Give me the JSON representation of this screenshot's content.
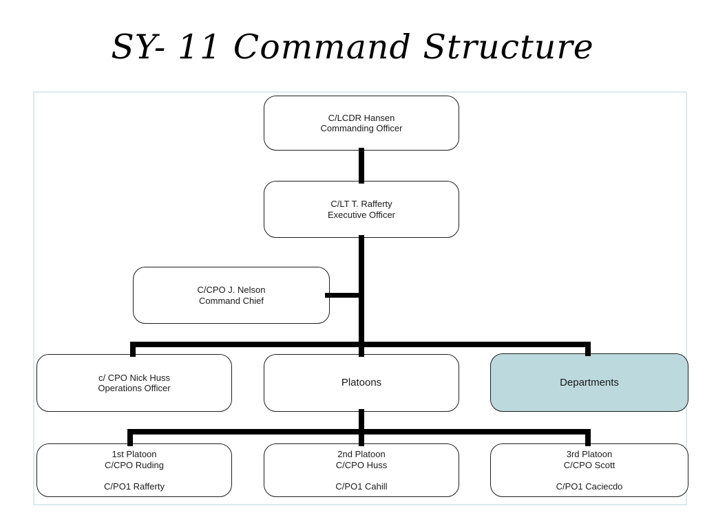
{
  "slide": {
    "title": "SY- 11 Command Structure"
  },
  "org_chart": {
    "nodes": [
      {
        "id": "commanding-officer",
        "lines": [
          "C/LCDR Hansen",
          "Commanding Officer"
        ]
      },
      {
        "id": "executive-officer",
        "lines": [
          "C/LT T. Rafferty",
          "Executive Officer"
        ]
      },
      {
        "id": "command-chief",
        "lines": [
          "C/CPO J. Nelson",
          "Command Chief"
        ]
      },
      {
        "id": "operations-officer",
        "lines": [
          "c/ CPO Nick Huss",
          "Operations Officer"
        ]
      },
      {
        "id": "platoons",
        "lines": [
          "Platoons"
        ]
      },
      {
        "id": "departments",
        "lines": [
          "Departments"
        ],
        "highlight": true
      },
      {
        "id": "first-platoon",
        "lines": [
          "1st Platoon",
          "C/CPO Ruding",
          "",
          "C/PO1 Rafferty"
        ]
      },
      {
        "id": "second-platoon",
        "lines": [
          "2nd Platoon",
          "C/CPO Huss",
          "",
          "C/PO1 Cahill"
        ]
      },
      {
        "id": "third-platoon",
        "lines": [
          "3rd Platoon",
          "C/CPO Scott",
          "",
          "C/PO1 Caciecdo"
        ]
      }
    ],
    "colors": {
      "highlight_fill": "#bcd9dd",
      "box_border": "#1c1c1c",
      "connector": "#000000",
      "frame_border": "#d9ebed",
      "background": "#ffffff"
    }
  }
}
